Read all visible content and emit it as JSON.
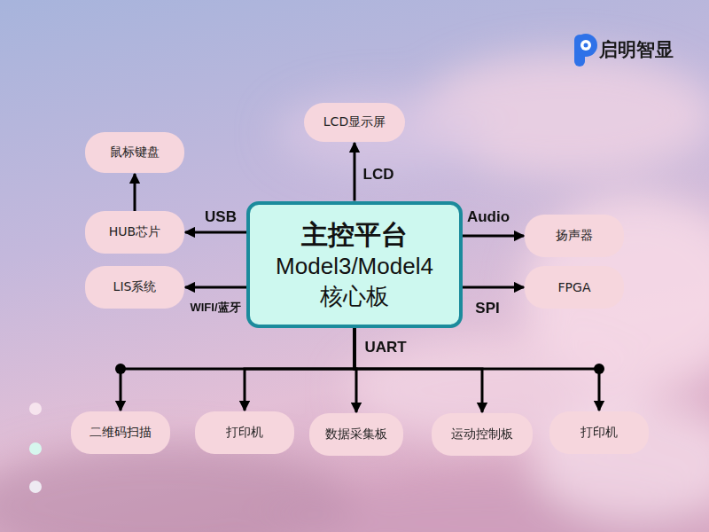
{
  "diagram": {
    "nodes": [
      {
        "text": [
          "LCD显示屏"
        ]
      },
      {
        "text": [
          "鼠标键盘"
        ]
      },
      {
        "text": [
          "HUB芯片"
        ]
      },
      {
        "text": [
          "主控平台",
          "Model3/Model4 核心板"
        ]
      },
      {
        "text": [
          "扬声器"
        ]
      },
      {
        "text": [
          "LIS系统"
        ]
      },
      {
        "text": [
          "FPGA"
        ]
      },
      {
        "text": [
          "二维码扫描"
        ]
      },
      {
        "text": [
          "打印机"
        ]
      },
      {
        "text": [
          "数据采集板"
        ]
      },
      {
        "text": [
          "运动控制板"
        ]
      },
      {
        "text": [
          "打印机"
        ]
      }
    ],
    "edges": [
      {
        "from": 3,
        "to": 0,
        "label": "LCD",
        "arrow": "to"
      },
      {
        "from": 2,
        "to": 1,
        "arrow": "to"
      },
      {
        "from": 3,
        "to": 2,
        "label": "USB",
        "arrow": "to"
      },
      {
        "from": 3,
        "to": 4,
        "label": "Audio",
        "arrow": "to"
      },
      {
        "from": 3,
        "to": 5,
        "label": "WIFI/蓝牙",
        "arrow": "to"
      },
      {
        "from": 3,
        "to": 6,
        "label": "SPI",
        "arrow": "to"
      },
      {
        "from": 3,
        "to": 7,
        "arrow": "to"
      },
      {
        "from": 3,
        "to": 8,
        "arrow": "to"
      },
      {
        "from": 3,
        "to": 9,
        "label": "UART",
        "arrow": "to"
      },
      {
        "from": 3,
        "to": 10,
        "arrow": "to"
      },
      {
        "from": 3,
        "to": 11,
        "arrow": "to"
      }
    ],
    "labels": [
      "启明智显"
    ]
  }
}
